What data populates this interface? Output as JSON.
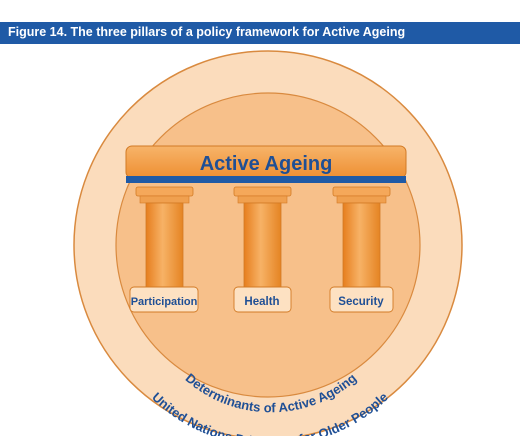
{
  "figure": {
    "title": "Figure 14. The three pillars of a policy framework for Active Ageing"
  },
  "diagram": {
    "roof_label": "Active Ageing",
    "pillars": [
      {
        "label": "Participation"
      },
      {
        "label": "Health"
      },
      {
        "label": "Security"
      }
    ],
    "inner_ring_label": "Determinants of Active Ageing",
    "outer_ring_label": "United Nations Principles for Older People"
  },
  "colors": {
    "title_bar": "#1f5aa6",
    "outer_circle": "#fbdcbc",
    "inner_circle": "#f7c08a",
    "roof": "#f2993c",
    "pillar": "#f39a3e",
    "roof_band": "#1f5aa6",
    "label_text": "#1f4f95"
  }
}
